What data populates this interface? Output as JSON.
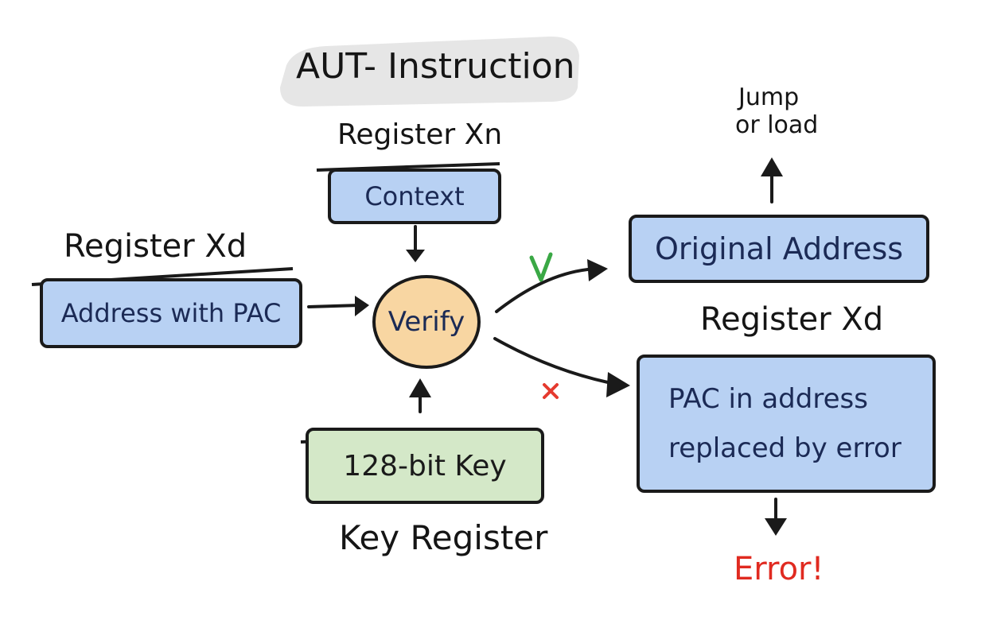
{
  "title": "AUT- Instruction",
  "colors": {
    "ink": "#1a1a1a",
    "box_fill": "#b8d1f3",
    "key_fill": "#d4e8c8",
    "verify_fill": "#f8d6a2",
    "title_highlight": "#e6e6e6",
    "check": "#3aa845",
    "cross": "#e53a2f",
    "error": "#e02a20"
  },
  "context_register": {
    "label": "Register Xn",
    "value": "Context"
  },
  "input_register": {
    "label": "Register Xd",
    "value": "Address with PAC"
  },
  "verify": {
    "label": "Verify"
  },
  "key_register": {
    "label": "Key Register",
    "value": "128-bit Key"
  },
  "success": {
    "mark": "V",
    "value": "Original Address",
    "action": [
      "Jump",
      "or load"
    ]
  },
  "failure": {
    "mark": "×",
    "label": "Register Xd",
    "value": [
      "PAC in address",
      "replaced by error"
    ],
    "result": "Error!"
  },
  "icons": [
    "arrow-icon",
    "check-mark-icon",
    "cross-mark-icon"
  ]
}
